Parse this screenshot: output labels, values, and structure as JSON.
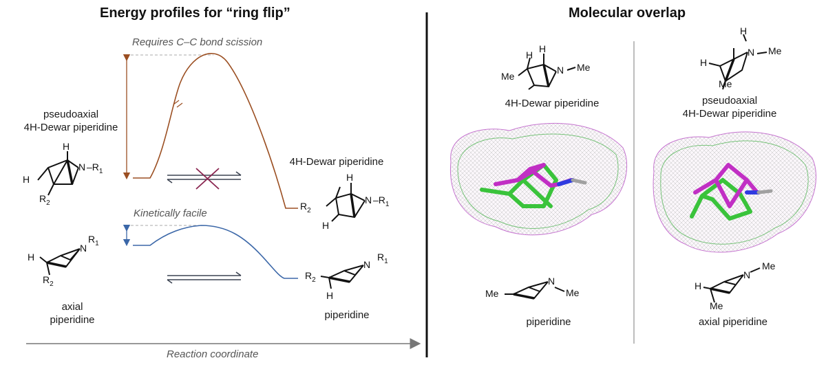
{
  "left_panel": {
    "title": "Energy profiles for “ring flip”",
    "top_profile_note": "Requires C–C bond scission",
    "bottom_profile_note": "Kinetically facile",
    "x_axis_label": "Reaction coordinate",
    "molecules": {
      "start_top": [
        "pseudoaxial",
        "4H-Dewar piperidine"
      ],
      "end_top": "4H-Dewar piperidine",
      "start_bottom": [
        "axial",
        "piperidine"
      ],
      "end_bottom": "piperidine"
    },
    "colors": {
      "top_profile": "#9b4f22",
      "bottom_profile": "#3b67a8",
      "blocked_cross": "#8a2550",
      "axis": "#777777"
    }
  },
  "right_panel": {
    "title": "Molecular overlap",
    "col1": {
      "top_label": "4H-Dewar piperidine",
      "bottom_label": "piperidine"
    },
    "col2": {
      "top_label": [
        "pseudoaxial",
        "4H-Dewar piperidine"
      ],
      "bottom_label": "axial piperidine"
    },
    "colors": {
      "mesh_green": "#58b85a",
      "mesh_magenta": "#c56ad0",
      "nitrogen": "#2f3be0"
    }
  },
  "atoms": {
    "H": "H",
    "N": "N",
    "R1": "R",
    "R2": "R",
    "sub1": "1",
    "sub2": "2",
    "Me": "Me"
  }
}
